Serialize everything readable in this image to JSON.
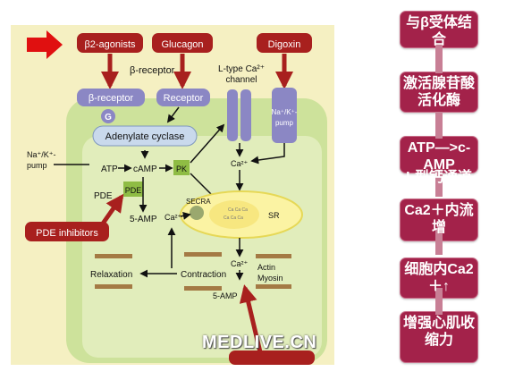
{
  "diagram": {
    "sources": {
      "beta_agonists": "β2-agonists",
      "glucagon": "Glucagon",
      "digoxin": "Digoxin"
    },
    "beta_receptor_label": "β-receptor",
    "beta_receptor_box": "β-receptor",
    "receptor_box": "Receptor",
    "g_label": "G",
    "adenylate_cyclase": "Adenylate cyclase",
    "l_type_channel": [
      "L-type Ca²⁺",
      "channel"
    ],
    "na_k_pump_right": [
      "Na⁺/K⁺-",
      "pump"
    ],
    "na_k_pump_left": [
      "Na⁺/K⁺-",
      "pump"
    ],
    "atp": "ATP",
    "camp": "cAMP",
    "pk": "PK",
    "pde_text": "PDE",
    "pde_box": "PDE",
    "five_amp": "5-AMP",
    "pde_inhibitors": "PDE inhibitors",
    "ca_top": "Ca²⁺",
    "ca_mid": "Ca²⁺",
    "ca_low": "Ca²⁺",
    "secra": "SECRA",
    "sr": "SR",
    "relaxation": "Relaxation",
    "contraction": "Contraction",
    "actin_myosin": [
      "Actin",
      "Myosin"
    ],
    "five_amp_bottom": "5-AMP",
    "watermark": "MEDLIVE.CN"
  },
  "flow": {
    "steps": [
      {
        "text": "与β受体结合"
      },
      {
        "text": "激活腺苷酸活化酶"
      },
      {
        "text": "ATP—>c-AMP"
      },
      {
        "text": "L型钙通道"
      },
      {
        "text": "Ca2＋内流增"
      },
      {
        "text": "细胞内Ca2＋↑"
      },
      {
        "text": "增强心肌收缩力"
      }
    ]
  },
  "colors": {
    "flow_box": "#a3224a",
    "source_box": "#a8201e",
    "cell": "#cde29b",
    "paper": "#f5f0c2"
  }
}
